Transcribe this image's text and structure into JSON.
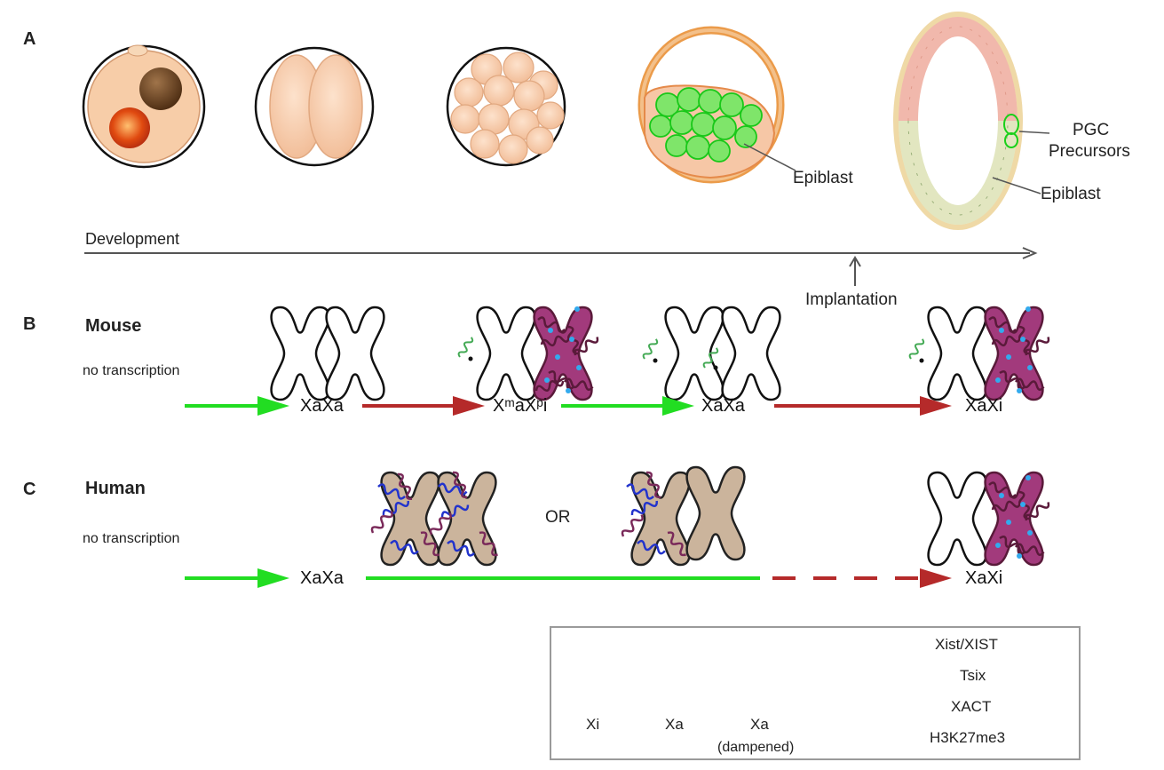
{
  "panels": {
    "a": "A",
    "b": "B",
    "c": "C"
  },
  "development": {
    "label": "Development",
    "implantation": "Implantation",
    "epiblast_blastocyst": "Epiblast",
    "pgc_line1": "PGC",
    "pgc_line2": "Precursors",
    "epiblast_egg": "Epiblast"
  },
  "mouse": {
    "title": "Mouse",
    "note": "no transcription",
    "states": [
      "XaXa",
      "XᵐaXᵖi",
      "XaXa",
      "XaXi"
    ]
  },
  "human": {
    "title": "Human",
    "note": "no transcription",
    "or": "OR",
    "states": [
      "XaXa",
      "XaXi"
    ]
  },
  "legend": {
    "xi": "Xi",
    "xa": "Xa",
    "xa_dampened": "Xa",
    "dampened": "(dampened)",
    "xist": "Xist/XIST",
    "tsix": "Tsix",
    "xact": "XACT",
    "h3k27me3": "H3K27me3"
  },
  "colors": {
    "green_arrow": "#22dd22",
    "red_arrow": "#b52a2a",
    "xi_fill": "#a23a7c",
    "xa_damp_fill": "#cbb49c",
    "xist": "#7a2a5a",
    "tsix": "#44aa55",
    "xact": "#2233cc",
    "h3k27me3": "#33aaee",
    "epiblast": "#33dd33"
  }
}
